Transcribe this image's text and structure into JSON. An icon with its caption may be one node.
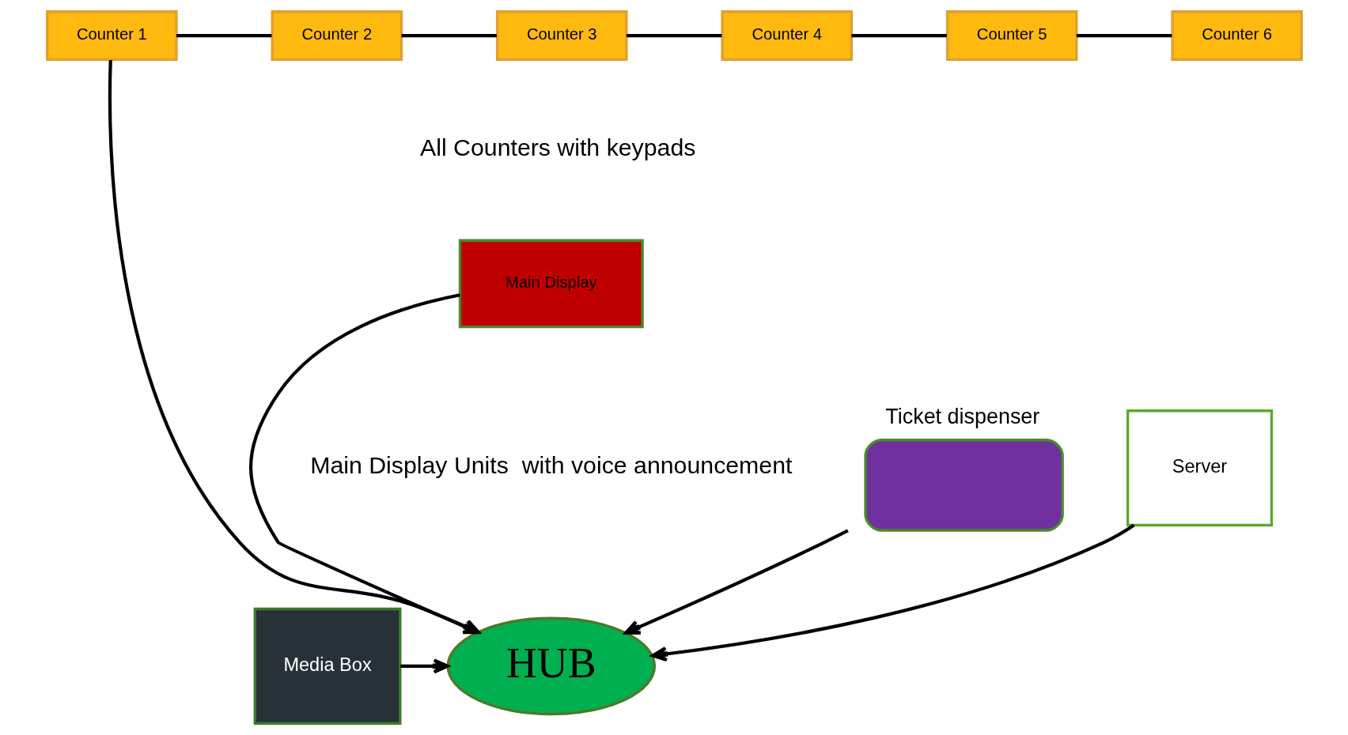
{
  "diagram": {
    "nodes": [
      {
        "text": [
          "Counter 1"
        ]
      },
      {
        "text": [
          "Counter 2"
        ]
      },
      {
        "text": [
          "Counter 3"
        ]
      },
      {
        "text": [
          "Counter 4"
        ]
      },
      {
        "text": [
          "Counter 5"
        ]
      },
      {
        "text": [
          "Counter 6"
        ]
      },
      {
        "text": [
          "Main Display"
        ]
      },
      {
        "text": [
          "HUB"
        ]
      },
      {
        "text": [
          "Media Box"
        ]
      },
      {
        "text": [
          "Ticket dispenser"
        ]
      },
      {
        "text": [
          "Server"
        ]
      }
    ],
    "edges": [
      {
        "from": 0,
        "to": 1,
        "arrow": "none"
      },
      {
        "from": 1,
        "to": 2,
        "arrow": "none"
      },
      {
        "from": 2,
        "to": 3,
        "arrow": "none"
      },
      {
        "from": 3,
        "to": 4,
        "arrow": "none"
      },
      {
        "from": 4,
        "to": 5,
        "arrow": "none"
      },
      {
        "from": 0,
        "to": 7,
        "arrow": "to"
      },
      {
        "from": 6,
        "to": 7,
        "arrow": "to"
      },
      {
        "from": 9,
        "to": 7,
        "arrow": "to"
      },
      {
        "from": 8,
        "to": 7,
        "arrow": "to"
      },
      {
        "from": 10,
        "to": 7,
        "arrow": "to"
      }
    ],
    "labels": [
      "All Counters with keypads",
      "Main Display Units  with voice announcement"
    ]
  }
}
